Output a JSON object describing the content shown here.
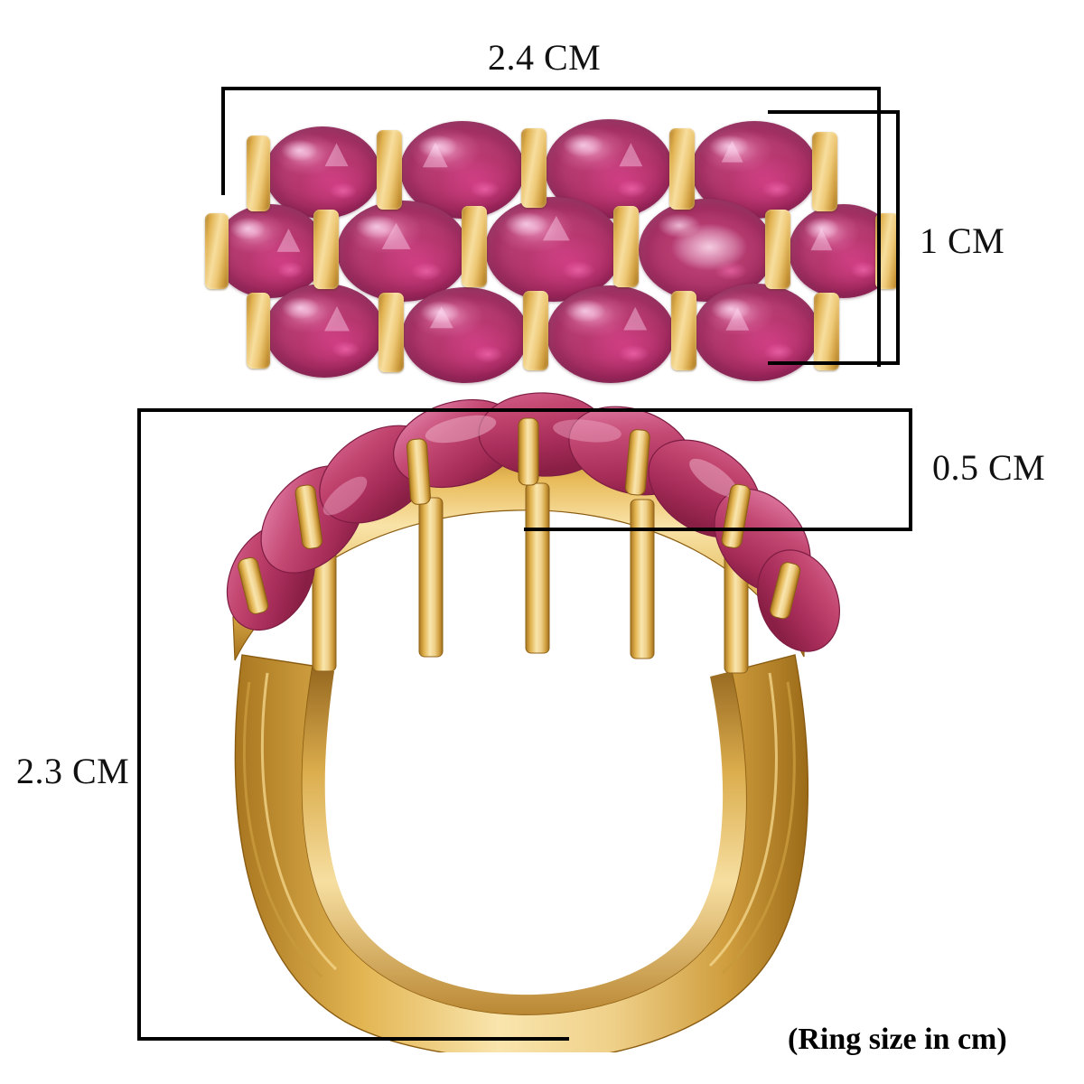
{
  "caption": "(Ring size in cm)",
  "dimensions": {
    "width_top": "2.4 CM",
    "height_top": "1 CM",
    "thickness_side": "0.5 CM",
    "height_side": "2.3 CM"
  },
  "product": {
    "type": "ring",
    "metal": "yellow-gold",
    "metal_color": "#e2b css",
    "gem_color": "#b3396d",
    "gem_name": "ruby",
    "views": [
      "top-view",
      "side-view"
    ]
  },
  "colors": {
    "gold_light": "#f7de9e",
    "gold_mid": "#e0b04e",
    "gold_dark": "#a4721d",
    "gem_light": "#d86a9c",
    "gem_mid": "#b3396d",
    "gem_dark": "#7e1d4c",
    "line": "#000000",
    "background": "#ffffff"
  },
  "top_view": {
    "rows": [
      {
        "name": "row-top",
        "count": 4
      },
      {
        "name": "row-middle",
        "count": 5
      },
      {
        "name": "row-bottom",
        "count": 4
      }
    ]
  },
  "side_view": {
    "gem_count": 9,
    "band": "split-shank"
  }
}
